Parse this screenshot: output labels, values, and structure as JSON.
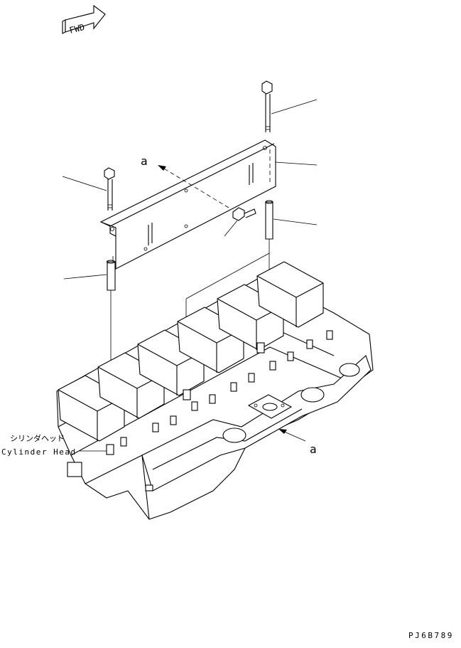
{
  "fwd_label": "FWD",
  "view_marker": "a",
  "cylinder_head": {
    "jp": "シリンダヘッド",
    "en": "Cylinder Head"
  },
  "drawing_number": "PJ6B789"
}
